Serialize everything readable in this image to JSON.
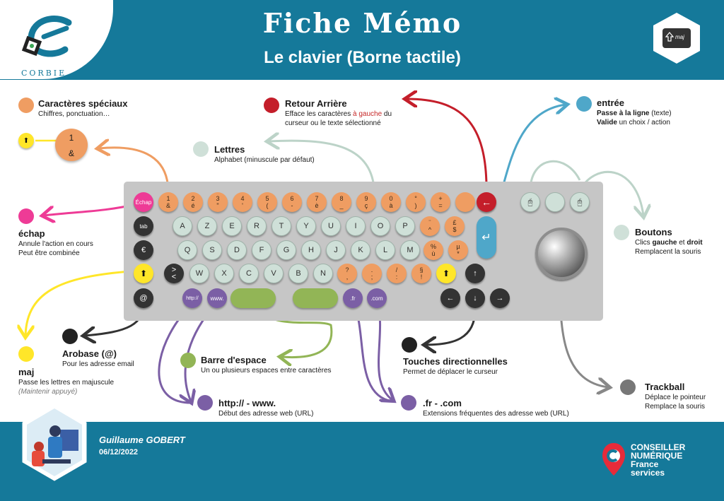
{
  "header": {
    "title": "Fiche Mémo",
    "subtitle": "Le clavier (Borne tactile)",
    "logo_text": "CORBIE",
    "maj_icon_label": "maj"
  },
  "legend": {
    "special": {
      "title": "Caractères spéciaux",
      "desc": "Chiffres, ponctuation…",
      "color": "#ef9d62"
    },
    "backspace": {
      "title": "Retour Arrière",
      "desc1a": "Efface les caractères ",
      "desc1b": "à gauche",
      "desc1c": " du",
      "desc2": "curseur ou le texte sélectionné",
      "color": "#c41e2a"
    },
    "enter": {
      "title": "entrée",
      "desc1a": "Passe à la ligne",
      "desc1b": " (texte)",
      "desc2a": "Valide",
      "desc2b": " un choix / action",
      "color": "#4fa7c9"
    },
    "letters": {
      "title": "Lettres",
      "desc": "Alphabet (minuscule par défaut)",
      "color": "#cfe0d8"
    },
    "buttons": {
      "title": "Boutons",
      "desc1a": "Clics ",
      "desc1b": "gauche",
      "desc1c": " et ",
      "desc1d": "droit",
      "desc2": "Remplacent la souris",
      "color": "#cfe0d8"
    },
    "escape": {
      "title": "échap",
      "desc1": "Annule l'action en cours",
      "desc2": "Peut être combinée",
      "color": "#ee3b96"
    },
    "maj": {
      "title": "maj",
      "desc1": "Passe les lettres en majuscule",
      "desc2": "(Maintenir appuyé)",
      "color": "#ffe629"
    },
    "at": {
      "title": "Arobase (@)",
      "desc": "Pour les adresse email",
      "color": "#222222"
    },
    "space": {
      "title": "Barre d'espace",
      "desc": "Un ou plusieurs espaces entre caractères",
      "color": "#92b556"
    },
    "arrows": {
      "title": "Touches directionnelles",
      "desc": "Permet de déplacer le curseur",
      "color": "#222222"
    },
    "http": {
      "title": "http:// - www.",
      "desc": "Début des adresse web (URL)",
      "color": "#7b5fa5"
    },
    "fr": {
      "title": ".fr - .com",
      "desc": "Extensions fréquentes des adresse web (URL)",
      "color": "#7b5fa5"
    },
    "trackball": {
      "title": "Trackball",
      "desc1": "Déplace le pointeur",
      "desc2": "Remplace la souris",
      "color": "#777777"
    }
  },
  "example_key": {
    "top": "1",
    "bottom": "&"
  },
  "keyboard": {
    "echap": "Échap",
    "tab": "tab",
    "euro": "€",
    "at": "@",
    "lt_gt_top": ">",
    "lt_gt_bottom": "<",
    "http": "http://",
    "www": "www.",
    "fr": ".fr",
    "com": ".com",
    "num_row": [
      [
        "1",
        "&"
      ],
      [
        "2",
        "é"
      ],
      [
        "3",
        "\""
      ],
      [
        "4",
        "'"
      ],
      [
        "5",
        "("
      ],
      [
        "6",
        "-"
      ],
      [
        "7",
        "è"
      ],
      [
        "8",
        "_"
      ],
      [
        "9",
        "ç"
      ],
      [
        "0",
        "à"
      ],
      [
        "°",
        ")"
      ],
      [
        "+",
        "="
      ],
      [
        "",
        ""
      ]
    ],
    "row_azerty": [
      "A",
      "Z",
      "E",
      "R",
      "T",
      "Y",
      "U",
      "I",
      "O",
      "P"
    ],
    "row_azerty_extra": [
      [
        "¨",
        "^"
      ],
      [
        "£",
        "$"
      ]
    ],
    "row_qsdf": [
      "Q",
      "S",
      "D",
      "F",
      "G",
      "H",
      "J",
      "K",
      "L",
      "M"
    ],
    "row_qsdf_extra": [
      [
        "%",
        "ù"
      ],
      [
        "µ",
        "*"
      ]
    ],
    "row_wxcv": [
      "W",
      "X",
      "C",
      "V",
      "B",
      "N"
    ],
    "row_wxcv_extra": [
      [
        "?",
        ","
      ],
      [
        ".",
        ";"
      ],
      [
        "/",
        ":"
      ],
      [
        "§",
        "!"
      ]
    ]
  },
  "footer": {
    "author": "Guillaume GOBERT",
    "date": "06/12/2022",
    "cn_line1": "CONSEILLER",
    "cn_line2": "NUMÉRIQUE",
    "cn_line3": "France",
    "cn_line4": "services"
  }
}
